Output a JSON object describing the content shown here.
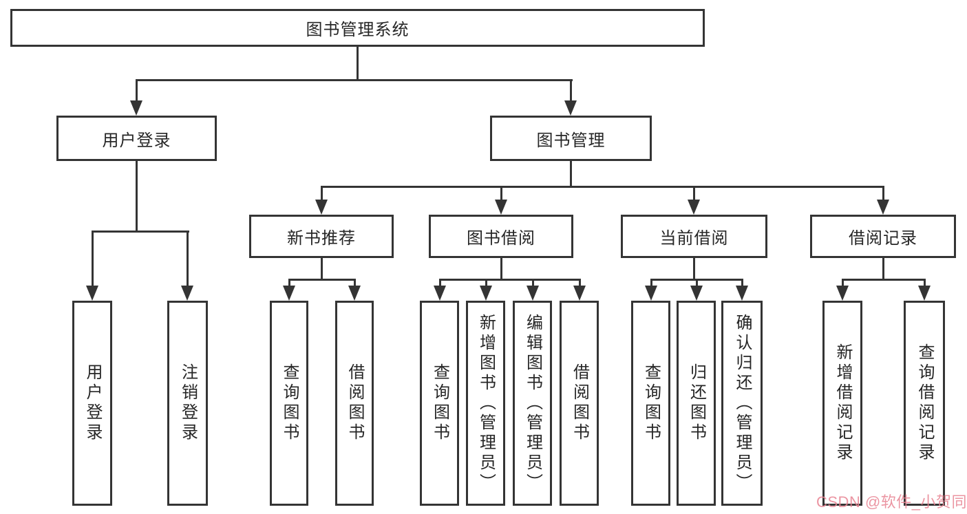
{
  "diagram": {
    "root_label": "图书管理系统",
    "branches": [
      {
        "label": "用户登录",
        "children": [
          {
            "label": "用户登录"
          },
          {
            "label": "注销登录"
          }
        ]
      },
      {
        "label": "图书管理",
        "children": [
          {
            "label": "新书推荐",
            "children": [
              {
                "label": "查询图书"
              },
              {
                "label": "借阅图书"
              }
            ]
          },
          {
            "label": "图书借阅",
            "children": [
              {
                "label": "查询图书"
              },
              {
                "label": "新增图书（管理员）"
              },
              {
                "label": "编辑图书（管理员）"
              },
              {
                "label": "借阅图书"
              }
            ]
          },
          {
            "label": "当前借阅",
            "children": [
              {
                "label": "查询图书"
              },
              {
                "label": "归还图书"
              },
              {
                "label": "确认归还（管理员）"
              }
            ]
          },
          {
            "label": "借阅记录",
            "children": [
              {
                "label": "新增借阅记录"
              },
              {
                "label": "查询借阅记录"
              }
            ]
          }
        ]
      }
    ]
  },
  "watermark": {
    "text": "CSDN @软件_小贺同学",
    "color": "#e88292"
  },
  "colors": {
    "line": "#343434",
    "text": "#262626",
    "background": "#ffffff"
  }
}
